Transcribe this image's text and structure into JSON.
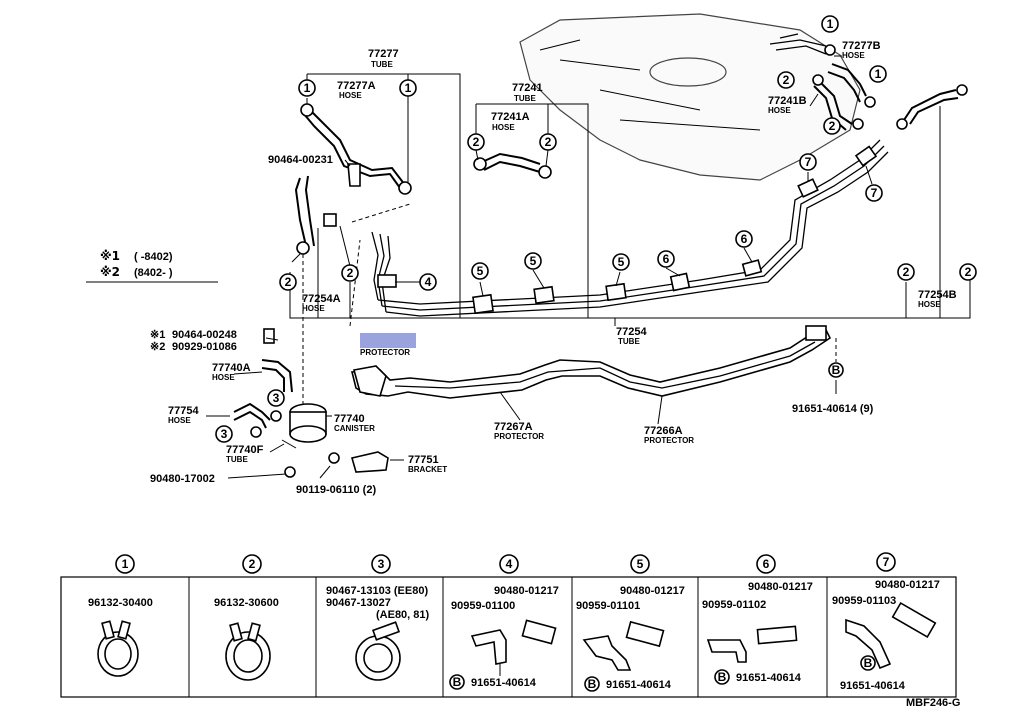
{
  "title_code": "MBF246-G",
  "legend": [
    {
      "mark": "※1",
      "range": "(      -8402)"
    },
    {
      "mark": "※2",
      "range": "(8402-       )"
    }
  ],
  "callouts": {
    "t77277": {
      "num": "77277",
      "desc": "TUBE"
    },
    "h77277a": {
      "num": "77277A",
      "desc": "HOSE"
    },
    "h77277b": {
      "num": "77277B",
      "desc": "HOSE"
    },
    "t77241": {
      "num": "77241",
      "desc": "TUBE"
    },
    "h77241a": {
      "num": "77241A",
      "desc": "HOSE"
    },
    "h77241b": {
      "num": "77241B",
      "desc": "HOSE"
    },
    "p90464": {
      "num": "90464-00231"
    },
    "h77254a": {
      "num": "77254A",
      "desc": "HOSE"
    },
    "h77254b": {
      "num": "77254B",
      "desc": "HOSE"
    },
    "t77254": {
      "num": "77254",
      "desc": "TUBE"
    },
    "p1": {
      "mark": "※1",
      "num": "90464-00248"
    },
    "p2": {
      "mark": "※2",
      "num": "90929-01086"
    },
    "h77740a": {
      "num": "77740A",
      "desc": "HOSE"
    },
    "h77754": {
      "num": "77754",
      "desc": "HOSE"
    },
    "c77740": {
      "num": "77740",
      "desc": "CANISTER"
    },
    "t77740f": {
      "num": "77740F",
      "desc": "TUBE"
    },
    "p90480": {
      "num": "90480-17002"
    },
    "p90119": {
      "num": "90119-06110 (2)"
    },
    "b77751": {
      "num": "77751",
      "desc": "BRACKET"
    },
    "pr77267a": {
      "num": "77267A",
      "desc": "PROTECTOR"
    },
    "pr77266a": {
      "num": "77266A",
      "desc": "PROTECTOR"
    },
    "protector_hidden": {
      "desc": "PROTECTOR"
    },
    "p91651": {
      "num": "91651-40614 (9)"
    }
  },
  "circle_refs": [
    "1",
    "2",
    "3",
    "4",
    "5",
    "6",
    "7",
    "B"
  ],
  "table": [
    {
      "ref": "1",
      "parts": [
        "96132-30400"
      ]
    },
    {
      "ref": "2",
      "parts": [
        "96132-30600"
      ]
    },
    {
      "ref": "3",
      "parts": [
        "90467-13103 (EE80)",
        "90467-13027",
        "(AE80, 81)"
      ]
    },
    {
      "ref": "4",
      "parts": [
        "90480-01217",
        "90959-01100",
        "91651-40614"
      ]
    },
    {
      "ref": "5",
      "parts": [
        "90480-01217",
        "90959-01101",
        "91651-40614"
      ]
    },
    {
      "ref": "6",
      "parts": [
        "90480-01217",
        "90959-01102",
        "91651-40614"
      ]
    },
    {
      "ref": "7",
      "parts": [
        "90480-01217",
        "90959-01103",
        "91651-40614"
      ]
    }
  ]
}
